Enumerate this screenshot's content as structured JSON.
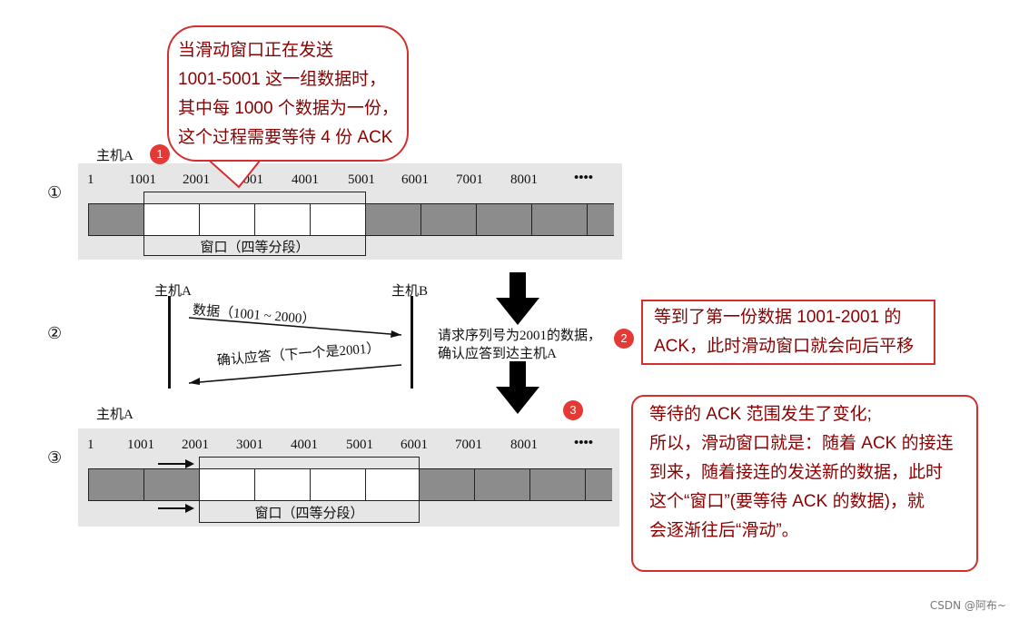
{
  "row1": {
    "number": "①",
    "host": "主机A",
    "ticks": [
      "1",
      "1001",
      "2001",
      "3001",
      "4001",
      "5001",
      "6001",
      "7001",
      "8001",
      "••••"
    ],
    "window_label": "窗口（四等分段）"
  },
  "row2": {
    "number": "②",
    "host_a": "主机A",
    "host_b": "主机B",
    "data_label": "数据（1001 ~ 2000）",
    "ack_label": "确认应答（下一个是2001）",
    "note_line1": "请求序列号为2001的数据，",
    "note_line2": "确认应答到达主机A"
  },
  "row3": {
    "number": "③",
    "host": "主机A",
    "ticks": [
      "1",
      "1001",
      "2001",
      "3001",
      "4001",
      "5001",
      "6001",
      "7001",
      "8001",
      "••••"
    ],
    "window_label": "窗口（四等分段）"
  },
  "callout1": {
    "badge": "1",
    "lines": [
      "当滑动窗口正在发送",
      "1001-5001 这一组数据时，",
      "其中每 1000 个数据为一份，",
      "这个过程需要等待 4 份 ACK"
    ]
  },
  "callout2": {
    "badge": "2",
    "lines": [
      "等到了第一份数据 1001-2001 的",
      "ACK，此时滑动窗口就会向后平移"
    ]
  },
  "callout3": {
    "badge": "3",
    "lines": [
      "等待的 ACK 范围发生了变化;",
      "所以，滑动窗口就是：随着 ACK 的接连",
      "到来，随着接连的发送新的数据，此时",
      "这个“窗口”(要等待 ACK 的数据)，就",
      "会逐渐往后“滑动”。"
    ]
  },
  "watermark": "CSDN @阿布~",
  "colors": {
    "accent": "#d32f2f",
    "callout_text": "#8b0000",
    "segment_dark": "#8c8c8c"
  }
}
